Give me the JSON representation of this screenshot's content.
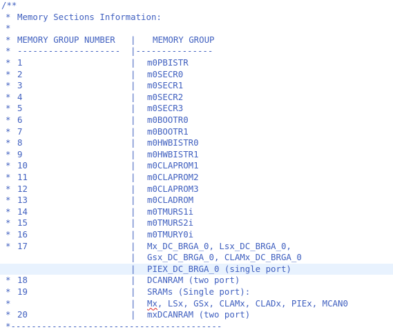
{
  "comment": {
    "open": "/**",
    "star": "*",
    "title": "Memory Sections Information:",
    "header_number": "MEMORY GROUP NUMBER",
    "header_group": "MEMORY GROUP",
    "bar": "|",
    "sep_left": "--------------------",
    "sep_right": "|---------------",
    "rows": [
      {
        "num": "1",
        "group": "m0PBISTR"
      },
      {
        "num": "2",
        "group": "m0SECR0"
      },
      {
        "num": "3",
        "group": "m0SECR1"
      },
      {
        "num": "4",
        "group": "m0SECR2"
      },
      {
        "num": "5",
        "group": "m0SECR3"
      },
      {
        "num": "6",
        "group": "m0BOOTR0"
      },
      {
        "num": "7",
        "group": "m0BOOTR1"
      },
      {
        "num": "8",
        "group": "m0HWBISTR0"
      },
      {
        "num": "9",
        "group": "m0HWBISTR1"
      },
      {
        "num": "10",
        "group": "m0CLAPROM1"
      },
      {
        "num": "11",
        "group": "m0CLAPROM2"
      },
      {
        "num": "12",
        "group": "m0CLAPROM3"
      },
      {
        "num": "13",
        "group": "m0CLADROM"
      },
      {
        "num": "14",
        "group": "m0TMURS1i"
      },
      {
        "num": "15",
        "group": "m0TMURS2i"
      },
      {
        "num": "16",
        "group": "m0TMURY0i"
      }
    ],
    "row17": {
      "num": "17",
      "line1": "Mx_DC_BRGA_0, Lsx_DC_BRGA_0,",
      "line2": "Gsx_DC_BRGA_0, CLAMx_DC_BRGA_0",
      "line3": "PIEX_DC_BRGA_0 (single port)"
    },
    "row18": {
      "num": "18",
      "group": "DCANRAM (two port)"
    },
    "row19": {
      "num": "19",
      "line1": "SRAMs (Single port):",
      "line2_first": "Mx",
      "line2_rest": ", LSx, GSx, CLAMx, CLADx, PIEx, MCAN0"
    },
    "row20": {
      "num": "20",
      "group": "mxDCANRAM (two port)"
    },
    "closing": "*-----------------------------------------"
  },
  "colors": {
    "comment_text": "#3f5fbf",
    "highlight_line": "#e8f2fe",
    "spell_underline": "#dd2222"
  }
}
